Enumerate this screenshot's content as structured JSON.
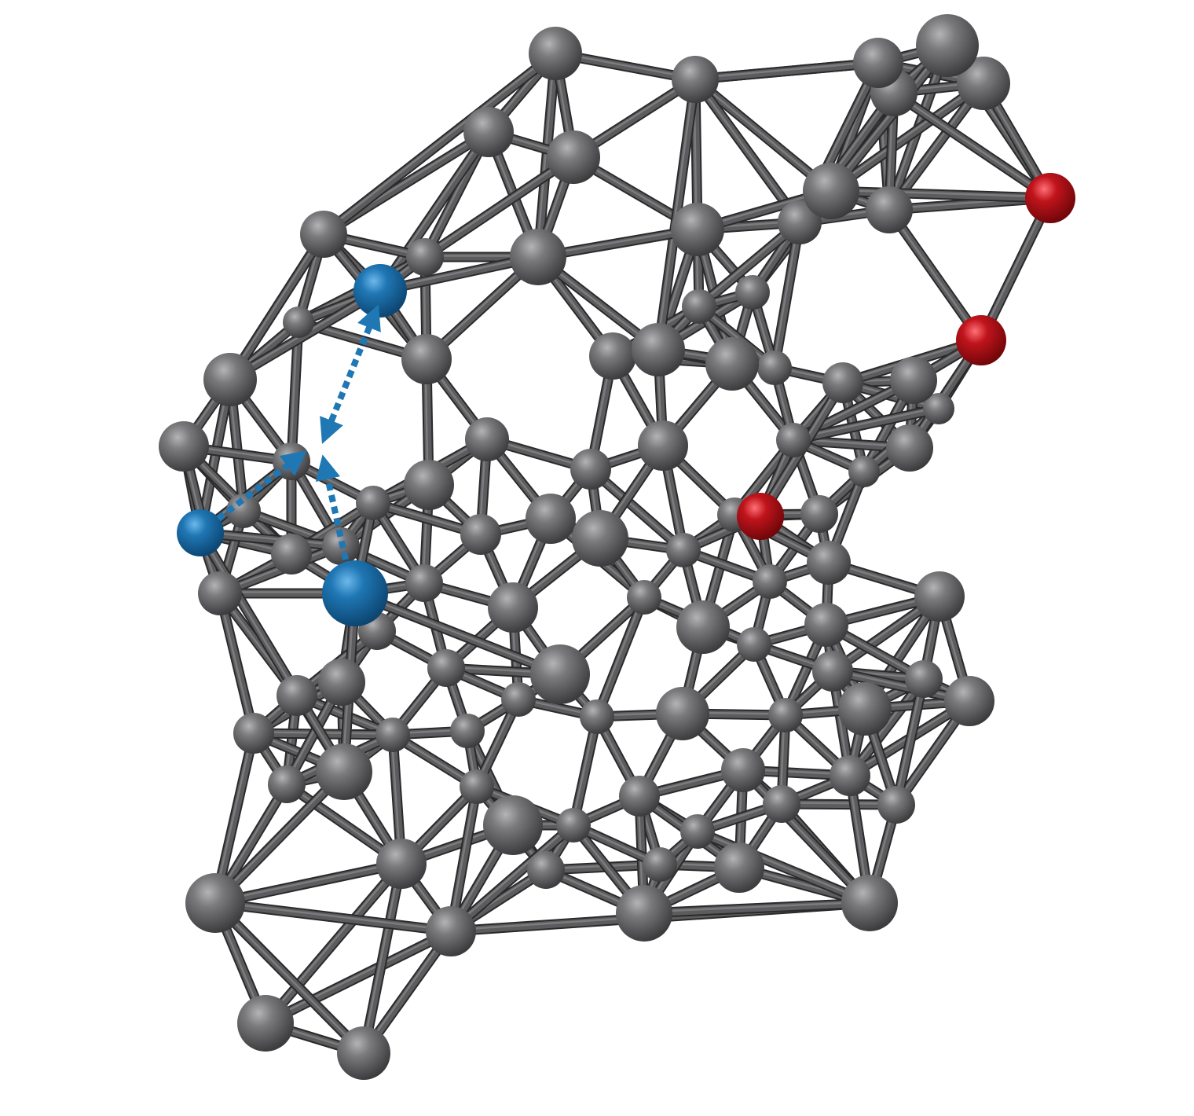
{
  "colors": {
    "background": "#ffffff",
    "edge": "#5c5c5e",
    "edge_dark": "#2a2a2a",
    "node_default": "#6a6a6c",
    "node_source": "#1f77b4",
    "node_target": "#c0141c",
    "arrow": "#1f77b4"
  },
  "diagram": {
    "type": "3d-ball-and-stick-network",
    "node_groups": [
      {
        "role": "default",
        "color_key": "node_default",
        "count": 93
      },
      {
        "role": "source",
        "color_key": "node_source",
        "count": 3
      },
      {
        "role": "target",
        "color_key": "node_target",
        "count": 3
      }
    ],
    "arrows": [
      {
        "style": "dotted",
        "direction": "bidirectional",
        "color_key": "arrow"
      },
      {
        "style": "dotted",
        "direction": "to-junction",
        "color_key": "arrow"
      },
      {
        "style": "dotted",
        "direction": "to-junction",
        "color_key": "arrow"
      }
    ]
  }
}
